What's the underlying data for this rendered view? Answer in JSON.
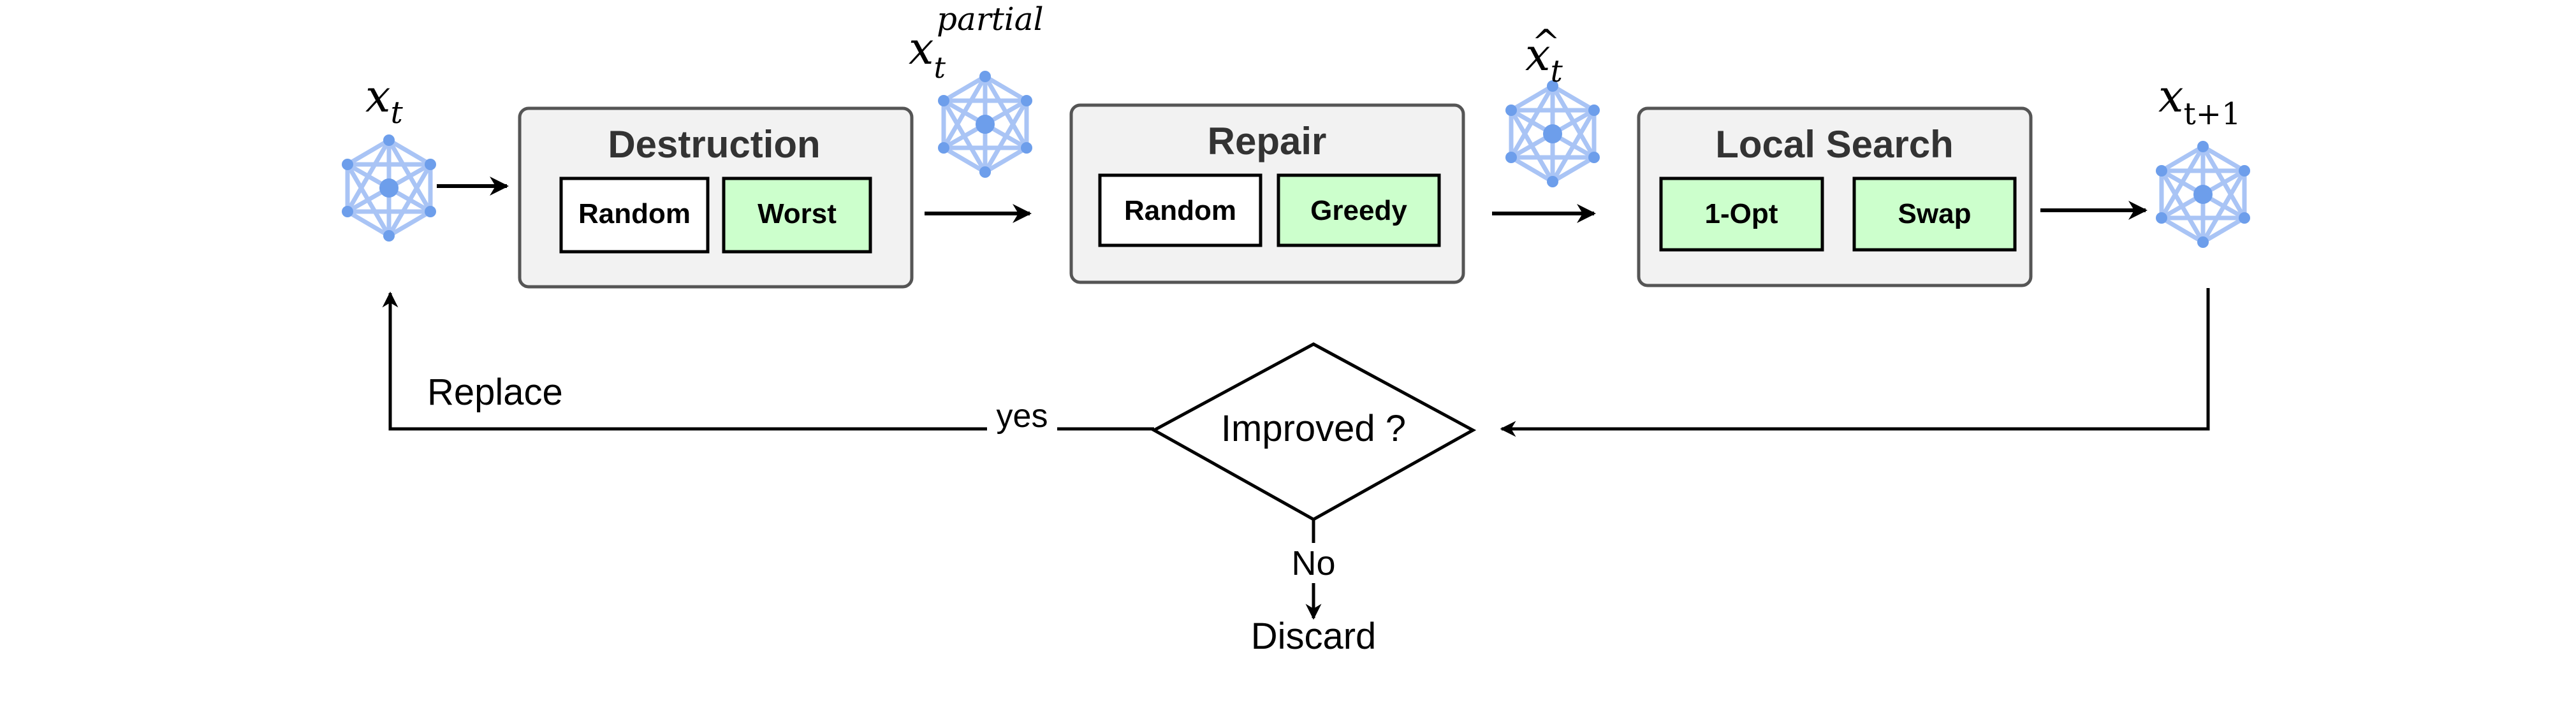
{
  "labels": {
    "x_t_base": "x",
    "x_t_sub": "t",
    "x_partial_base": "x",
    "x_partial_sub": "t",
    "x_partial_sup": "partial",
    "x_hat_base": "x",
    "x_hat_accent": "^",
    "x_hat_sub": "t",
    "x_next_base": "x",
    "x_next_sub": "t+1"
  },
  "stages": {
    "destruction": {
      "title": "Destruction",
      "options": [
        "Random",
        "Worst"
      ]
    },
    "repair": {
      "title": "Repair",
      "options": [
        "Random",
        "Greedy"
      ]
    },
    "local_search": {
      "title": "Local Search",
      "options": [
        "1-Opt",
        "Swap"
      ]
    }
  },
  "decision": {
    "question": "Improved ?",
    "yes_label": "yes",
    "no_label": "No",
    "replace_label": "Replace",
    "discard_label": "Discard"
  },
  "colors": {
    "stage_fill": "#f2f2f2",
    "stage_border": "#555555",
    "option_highlight": "#ccffcc",
    "option_plain": "#ffffff",
    "graph_node": "#6d9eeb",
    "graph_edge": "#a9c4f5",
    "arrow": "#000000"
  }
}
